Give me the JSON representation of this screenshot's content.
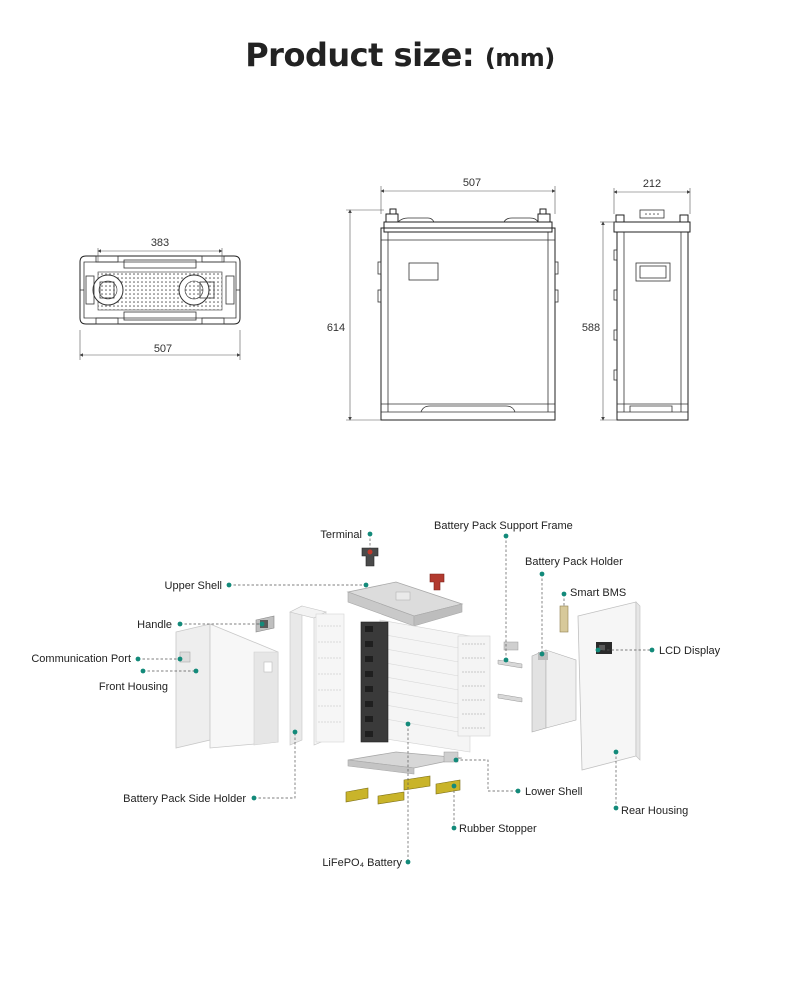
{
  "header": {
    "title": "Product size",
    "separator": ":",
    "unit": "(mm)"
  },
  "dimensions": {
    "top_view": {
      "inner_width": "383",
      "outer_width": "507"
    },
    "front_view": {
      "width": "507",
      "height": "614"
    },
    "side_view": {
      "depth": "212",
      "height": "588"
    }
  },
  "exploded_view": {
    "labels": {
      "terminal": "Terminal",
      "support_frame": "Battery Pack Support Frame",
      "pack_holder": "Battery Pack Holder",
      "upper_shell": "Upper Shell",
      "smart_bms": "Smart BMS",
      "handle": "Handle",
      "lcd_display": "LCD Display",
      "comm_port": "Communication Port",
      "front_housing": "Front Housing",
      "side_holder": "Battery Pack Side Holder",
      "lower_shell": "Lower Shell",
      "rear_housing": "Rear Housing",
      "rubber_stopper": "Rubber Stopper",
      "lifepo4": "LiFePO₄ Battery"
    }
  },
  "colors": {
    "callout_dot": "#138a7a",
    "terminal_red": "#c0392b",
    "rubber_yellow": "#c9b42a",
    "cell_dark": "#3a3a3a",
    "housing_light": "#f2f2f2"
  }
}
